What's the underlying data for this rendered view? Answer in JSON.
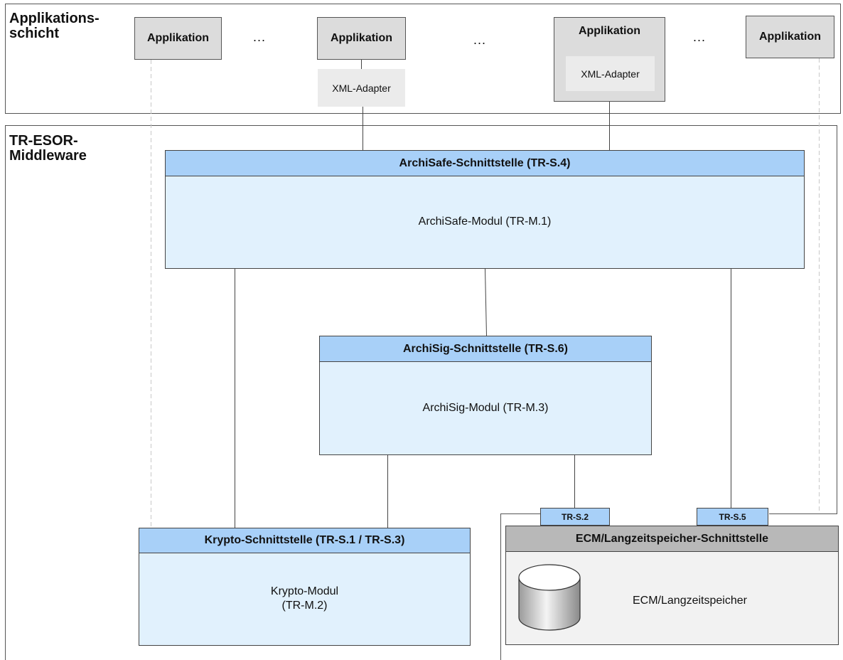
{
  "layers": {
    "application": "Applikations-\nschicht",
    "middleware": "TR-ESOR-\nMiddleware"
  },
  "applications": {
    "app1": "Applikation",
    "app2": "Applikation",
    "app3": "Applikation",
    "app4": "Applikation",
    "ellipsis": "..."
  },
  "adapters": {
    "adapter1": "XML-Adapter",
    "adapter2": "XML-Adapter"
  },
  "archisafe": {
    "interface": "ArchiSafe-Schnittstelle (TR-S.4)",
    "module": "ArchiSafe-Modul (TR-M.1)"
  },
  "archisig": {
    "interface": "ArchiSig-Schnittstelle (TR-S.6)",
    "module": "ArchiSig-Modul (TR-M.3)"
  },
  "krypto": {
    "interface": "Krypto-Schnittstelle (TR-S.1 / TR-S.3)",
    "module": "Krypto-Modul\n(TR-M.2)"
  },
  "ecm": {
    "interface": "ECM/Langzeitspeicher-Schnittstelle",
    "storage": "ECM/Langzeitspeicher",
    "tab_s2": "TR-S.2",
    "tab_s5": "TR-S.5"
  },
  "colors": {
    "interface_fill": "#a8d0f8",
    "module_fill": "#e1f1fd",
    "application_fill": "#dcdcdc",
    "adapter_fill": "#ebebeb",
    "ecm_interface_fill": "#b8b8b8",
    "ecm_fill": "#f2f2f2"
  }
}
